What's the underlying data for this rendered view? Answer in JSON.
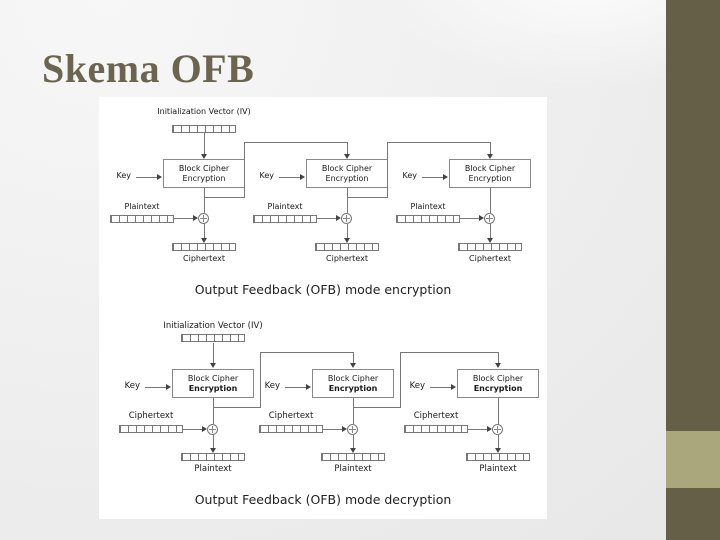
{
  "slide": {
    "title": "Skema OFB"
  },
  "colors": {
    "sidebar": "#665f47",
    "sidebar_accent": "#a9a77b",
    "title_text": "#6b644e",
    "diagram_line": "#777777"
  },
  "encryption": {
    "iv_label": "Initialization Vector (IV)",
    "box_line1": "Block Cipher",
    "box_line2": "Encryption",
    "key_label": "Key",
    "input_label": "Plaintext",
    "output_label": "Ciphertext",
    "caption": "Output Feedback (OFB) mode encryption"
  },
  "decryption": {
    "iv_label": "Initialization Vector (IV)",
    "box_line1": "Block Cipher",
    "box_line2": "Encryption",
    "key_label": "Key",
    "input_label": "Ciphertext",
    "output_label": "Plaintext",
    "caption": "Output Feedback (OFB) mode decryption"
  }
}
